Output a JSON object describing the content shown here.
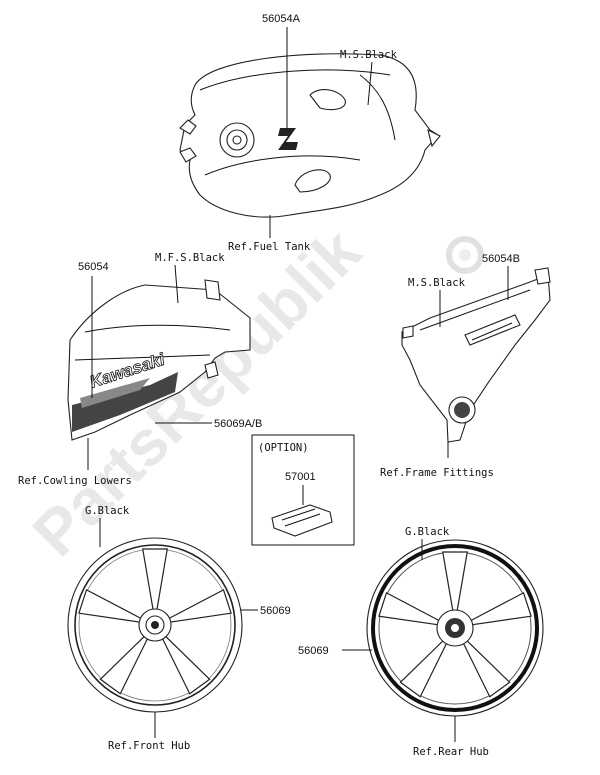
{
  "watermark": "PartsRepublik",
  "fuel_tank": {
    "part_number": "56054A",
    "color_label": "M.S.Black",
    "ref_label": "Ref.Fuel Tank"
  },
  "cowling": {
    "part_number": "56054",
    "color_label": "M.F.S.Black",
    "decal_part": "56069A/B",
    "brand_text": "Kawasaki",
    "ref_label": "Ref.Cowling Lowers"
  },
  "frame": {
    "part_number": "56054B",
    "color_label": "M.S.Black",
    "ref_label": "Ref.Frame Fittings"
  },
  "option_box": {
    "title": "(OPTION)",
    "part_number": "57001"
  },
  "front_wheel": {
    "color_label": "G.Black",
    "part_number": "56069",
    "ref_label": "Ref.Front Hub"
  },
  "rear_wheel": {
    "color_label": "G.Black",
    "part_number": "56069",
    "ref_label": "Ref.Rear Hub"
  }
}
